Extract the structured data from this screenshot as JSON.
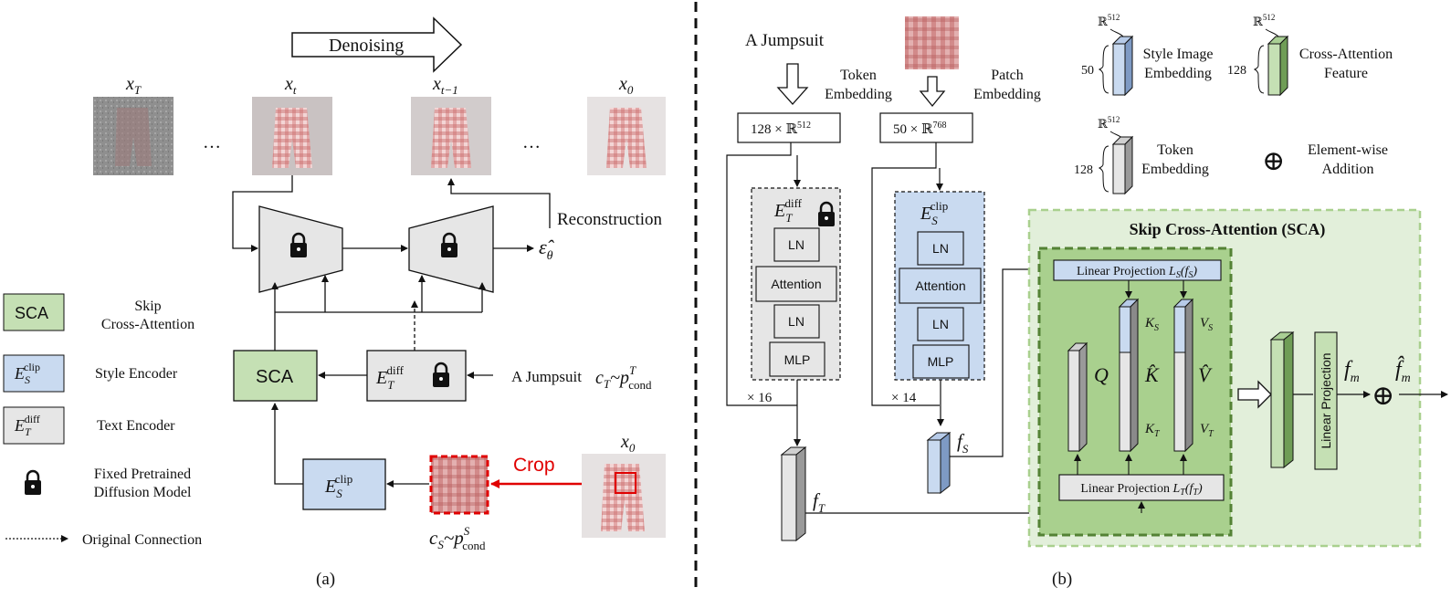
{
  "panel_a": {
    "caption": "(a)",
    "denoising_label": "Denoising",
    "timestep_labels": [
      "x",
      "x",
      "x",
      "x"
    ],
    "timestep_subs": [
      "T",
      "t",
      "t−1",
      "0"
    ],
    "ellipsis": "…",
    "reconstruction_label": "Reconstruction",
    "eps_label": "ε̂",
    "eps_sub": "θ",
    "sca_box": "SCA",
    "text_encoder_box": "E",
    "text_encoder_sub": "T",
    "text_encoder_sup": "diff",
    "style_encoder_box": "E",
    "style_encoder_sub": "S",
    "style_encoder_sup": "clip",
    "prompt_text": "A Jumpsuit",
    "c_t_label": "c",
    "c_t_sub": "T",
    "c_t_rest": "~p",
    "c_t_p_sup": "T",
    "c_t_p_sub": "cond",
    "crop_label": "Crop",
    "x0_label": "x",
    "x0_sub": "0",
    "c_s_label": "c",
    "c_s_sub": "S",
    "c_s_rest": "~p",
    "c_s_p_sup": "S",
    "c_s_p_sub": "cond",
    "legend": [
      {
        "symbol": "SCA",
        "desc1": "Skip",
        "desc2": "Cross-Attention"
      },
      {
        "symbol": "E",
        "sub": "S",
        "sup": "clip",
        "desc1": "Style Encoder"
      },
      {
        "symbol": "E",
        "sub": "T",
        "sup": "diff",
        "desc1": "Text Encoder"
      },
      {
        "symbol": "lock",
        "desc1": "Fixed Pretrained",
        "desc2": "Diffusion Model"
      },
      {
        "symbol": "dotted-arrow",
        "desc1": "Original Connection"
      }
    ]
  },
  "panel_b": {
    "caption": "(b)",
    "prompt": "A Jumpsuit",
    "token_embedding_label1": "Token",
    "token_embedding_label2": "Embedding",
    "patch_embedding_label1": "Patch",
    "patch_embedding_label2": "Embedding",
    "token_dim": "128 × ℝ",
    "token_dim_sup": "512",
    "patch_dim": "50 × ℝ",
    "patch_dim_sup": "768",
    "text_enc_title": "E",
    "text_enc_sub": "T",
    "text_enc_sup": "diff",
    "style_enc_title": "E",
    "style_enc_sub": "S",
    "style_enc_sup": "clip",
    "block_ln": "LN",
    "block_attention": "Attention",
    "block_mlp": "MLP",
    "text_repeat": "× 16",
    "style_repeat": "× 14",
    "f_t": "f",
    "f_t_sub": "T",
    "f_s": "f",
    "f_s_sub": "S",
    "legend_style_dim": "50",
    "legend_style_sup": "ℝ",
    "legend_style_sup2": "512",
    "legend_style_label1": "Style Image",
    "legend_style_label2": "Embedding",
    "legend_cross_dim": "128",
    "legend_cross_sup": "ℝ",
    "legend_cross_sup2": "512",
    "legend_cross_label1": "Cross-Attention",
    "legend_cross_label2": "Feature",
    "legend_token_dim": "128",
    "legend_token_sup": "ℝ",
    "legend_token_sup2": "512",
    "legend_token_label1": "Token",
    "legend_token_label2": "Embedding",
    "legend_add_symbol": "⊕",
    "legend_add_label1": "Element-wise",
    "legend_add_label2": "Addition",
    "sca_title": "Skip Cross-Attention (SCA)",
    "lin_proj_top": "Linear Projection ",
    "lin_proj_top_math": "L",
    "lin_proj_top_sub": "S",
    "lin_proj_top_arg": "(f",
    "lin_proj_top_arg_sub": "S",
    "lin_proj_top_close": ")",
    "lin_proj_bottom": "Linear Projection ",
    "lin_proj_bottom_math": "L",
    "lin_proj_bottom_sub": "T",
    "lin_proj_bottom_arg": "(f",
    "lin_proj_bottom_arg_sub": "T",
    "lin_proj_bottom_close": ")",
    "q_label": "Q",
    "k_hat_label": "K̂",
    "v_hat_label": "V̂",
    "ks_label": "K",
    "ks_sub": "S",
    "kt_label": "K",
    "kt_sub": "T",
    "vs_label": "V",
    "vs_sub": "S",
    "vt_label": "V",
    "vt_sub": "T",
    "linear_projection_vertical": "Linear Projection",
    "f_m": "f",
    "f_m_sub": "m",
    "f_m_hat": "f̂",
    "f_m_hat_sub": "m",
    "add_symbol": "⊕"
  },
  "colors": {
    "sca_green": "#c5e0b4",
    "sca_dark": "#548235",
    "sca_bg": "#e2efda",
    "style_blue": "#c9daf0",
    "text_gray": "#e7e6e6",
    "crop_red": "#e00000"
  }
}
